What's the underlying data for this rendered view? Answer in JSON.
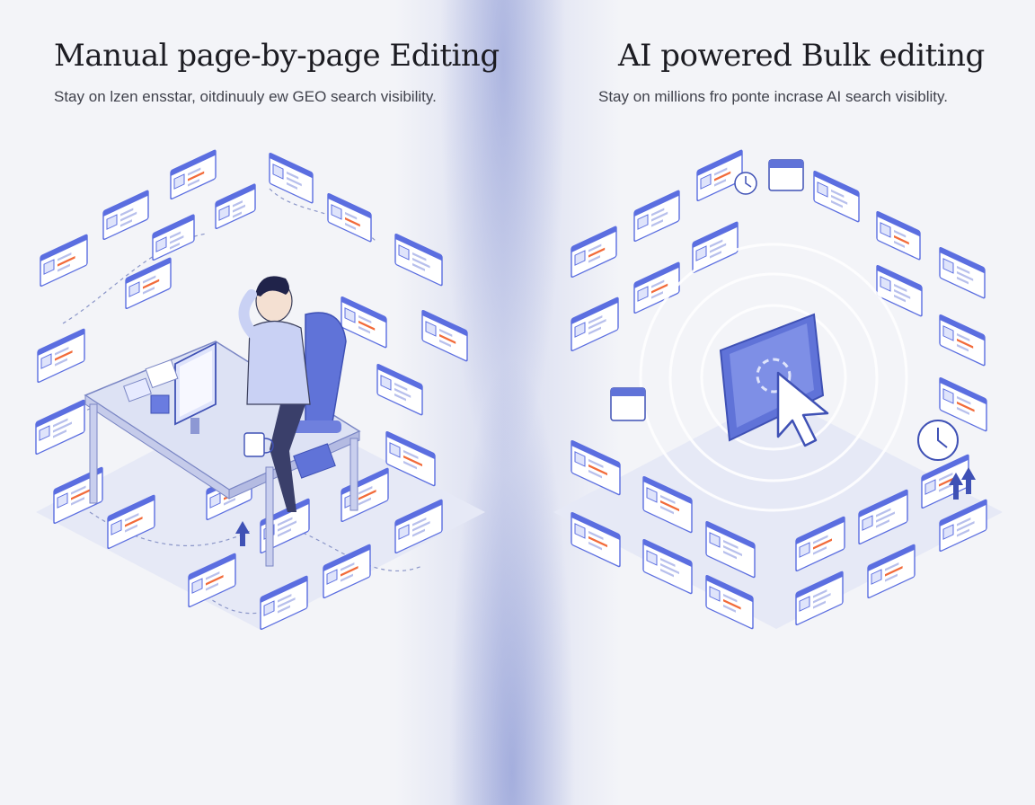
{
  "left": {
    "title": "Manual page-by-page Editing",
    "subtitle": "Stay on lzen ensstar, oitdinuuly ew GEO search visibility."
  },
  "right": {
    "title": "AI powered Bulk editing",
    "subtitle": "Stay on millions fro ponte incrase AI search visiblity."
  },
  "colors": {
    "accent": "#5b6ee0",
    "accent_light": "#dfe4fb",
    "highlight": "#f26b3a",
    "text_dark": "#1c1c22",
    "text_body": "#40424c"
  },
  "icons": [
    "web-page-card-icon",
    "cursor-arrow-icon",
    "monitor-icon",
    "person-icon",
    "office-chair-icon",
    "desk-icon",
    "coffee-mug-icon",
    "calendar-icon",
    "clock-icon",
    "upload-arrow-icon",
    "line-chart-icon",
    "sync-icon"
  ]
}
